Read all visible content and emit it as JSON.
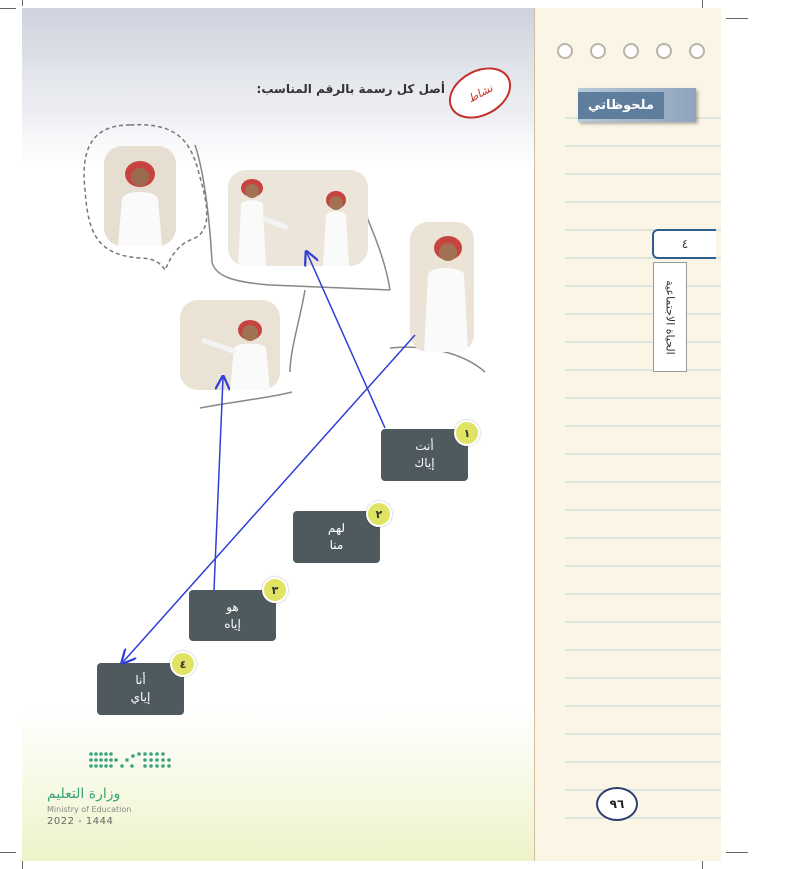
{
  "exercise": {
    "stamp_label": "نشاط",
    "instruction": "أصل كل رسمة بالرقم المناسب:"
  },
  "pronoun_boxes": [
    {
      "number": "١",
      "line1": "أنت",
      "line2": "إياك"
    },
    {
      "number": "٢",
      "line1": "لهم",
      "line2": "منا"
    },
    {
      "number": "٣",
      "line1": "هو",
      "line2": "إياه"
    },
    {
      "number": "٤",
      "line1": "أنا",
      "line2": "إياي"
    }
  ],
  "ministry": {
    "name_ar": "وزارة التعليم",
    "name_en": "Ministry of Education",
    "year": "2022 - 1444"
  },
  "notes": {
    "title": "ملحوظاتي",
    "unit_number": "٤",
    "unit_title": "الحياة الاجتماعية",
    "page_number": "٩٦"
  },
  "colors": {
    "box_bg": "#4f5a5f",
    "badge": "#e0e462",
    "arrow": "#2e3fd6",
    "stamp": "#c4302a"
  }
}
